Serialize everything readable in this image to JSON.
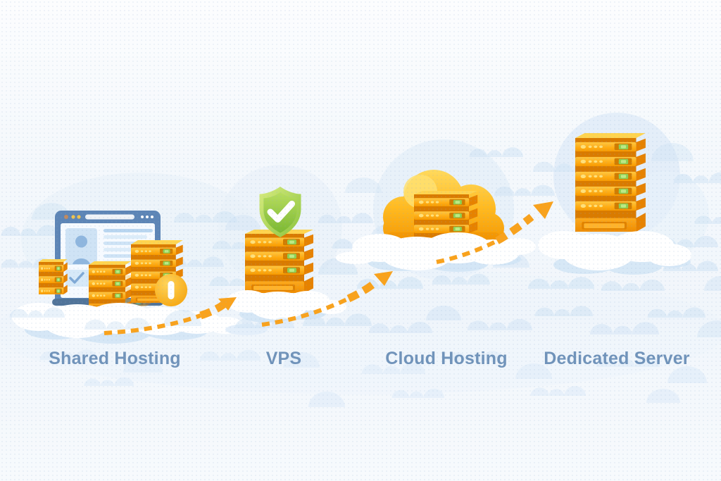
{
  "figure": {
    "title": "Hosting types progression illustration",
    "stages": [
      {
        "id": "shared-hosting",
        "label": "Shared Hosting",
        "icon": "browser-with-server-stacks-icon",
        "badge_icon": "info-badge-icon"
      },
      {
        "id": "vps",
        "label": "VPS",
        "icon": "server-stack-icon",
        "badge_icon": "shield-check-icon"
      },
      {
        "id": "cloud-hosting",
        "label": "Cloud Hosting",
        "icon": "gold-cloud-with-servers-icon"
      },
      {
        "id": "dedicated-server",
        "label": "Dedicated Server",
        "icon": "server-tower-icon"
      }
    ],
    "connectors": [
      {
        "id": "arrow-1",
        "icon": "dashed-curved-arrow-icon",
        "from": "Shared Hosting",
        "to": "VPS"
      },
      {
        "id": "arrow-2",
        "icon": "dashed-curved-arrow-icon",
        "from": "VPS",
        "to": "Cloud Hosting"
      },
      {
        "id": "arrow-3",
        "icon": "dashed-curved-arrow-icon",
        "from": "Cloud Hosting",
        "to": "Dedicated Server"
      }
    ]
  },
  "colors": {
    "background": "#f5f8fc",
    "label_text": "#7093ba",
    "arrow_orange": "#f9a21c",
    "server_side": "#e68200",
    "server_top": "#ffd44f",
    "server_dot": "#ffe07a",
    "indicator_green": "#8ed052",
    "indicator_slot": "#d07c00",
    "browser_frame": "#5d85b6",
    "browser_panel": "#cfe3f5",
    "browser_glyph": "#8fb6de",
    "cloud_blue": "#cfe3f5",
    "cloud_blue_light": "#e4effa",
    "cloud_white": "#ffffff"
  }
}
